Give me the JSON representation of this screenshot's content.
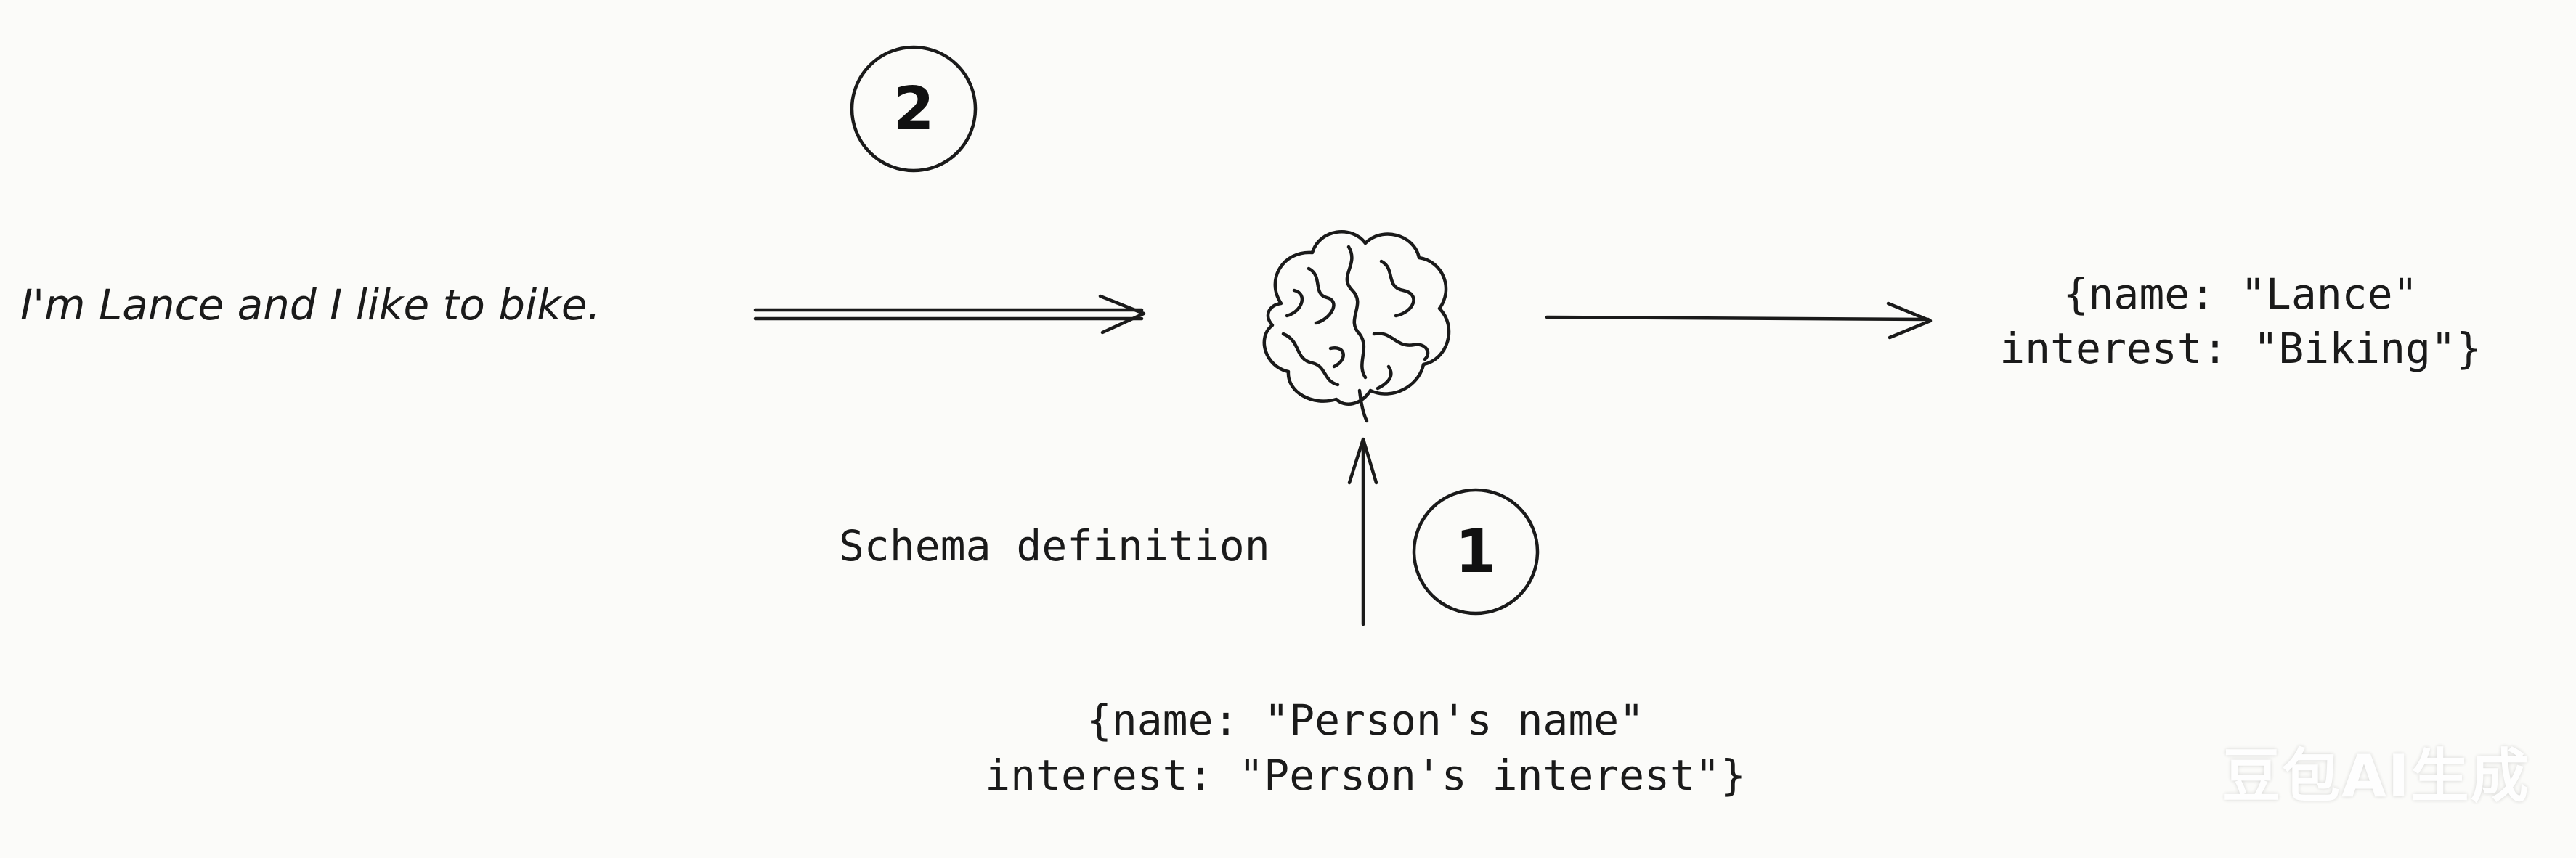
{
  "input_text": "I'm Lance and I like to bike.",
  "schema_label": "Schema definition",
  "step_numbers": [
    "2",
    "1"
  ],
  "schema_lines": [
    "{name: \"Person's name\"",
    "interest: \"Person's interest\"}"
  ],
  "output_lines": [
    "{name: \"Lance\"",
    "interest: \"Biking\"}"
  ],
  "watermark": "豆包AI生成"
}
